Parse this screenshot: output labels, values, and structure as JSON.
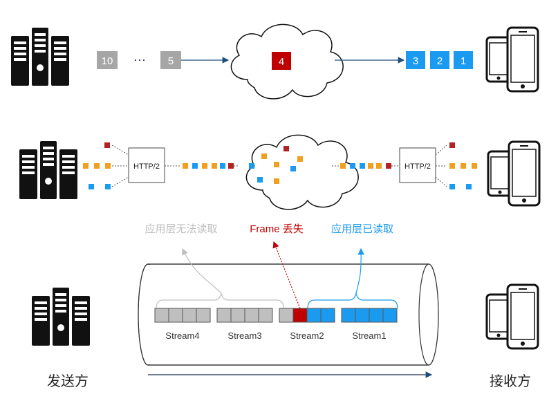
{
  "row1": {
    "sender_packets": [
      "10",
      "···",
      "5"
    ],
    "lost_packet": "4",
    "received_packets": [
      "3",
      "2",
      "1"
    ]
  },
  "row2": {
    "sender_label": "HTTP/2",
    "receiver_label": "HTTP/2"
  },
  "row3": {
    "label_blocked": "应用层无法读取",
    "label_lost": "Frame 丢失",
    "label_read": "应用层已读取",
    "streams": [
      "Stream4",
      "Stream3",
      "Stream2",
      "Stream1"
    ],
    "sender": "发送方",
    "receiver": "接收方"
  },
  "colors": {
    "gray_packet": "#a6a6a6",
    "red_packet": "#c00000",
    "blue_packet": "#1a9bf0",
    "orange_packet": "#f0a020",
    "dark_red_square": "#b22222",
    "label_gray": "#bfbfbf",
    "label_red": "#c00000",
    "label_blue": "#1a9bf0"
  }
}
